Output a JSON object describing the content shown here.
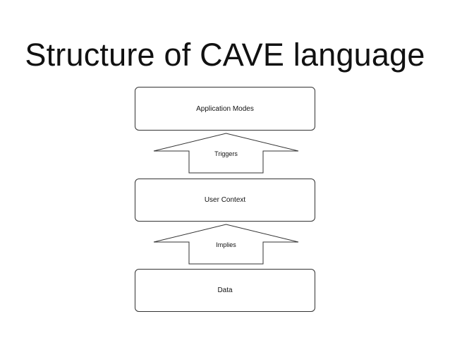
{
  "title": "Structure of CAVE language",
  "diagram": {
    "boxes": {
      "application_modes": "Application Modes",
      "user_context": "User Context",
      "data": "Data"
    },
    "arrows": {
      "triggers": "Triggers",
      "implies": "Implies"
    },
    "stroke_color": "#333333"
  }
}
